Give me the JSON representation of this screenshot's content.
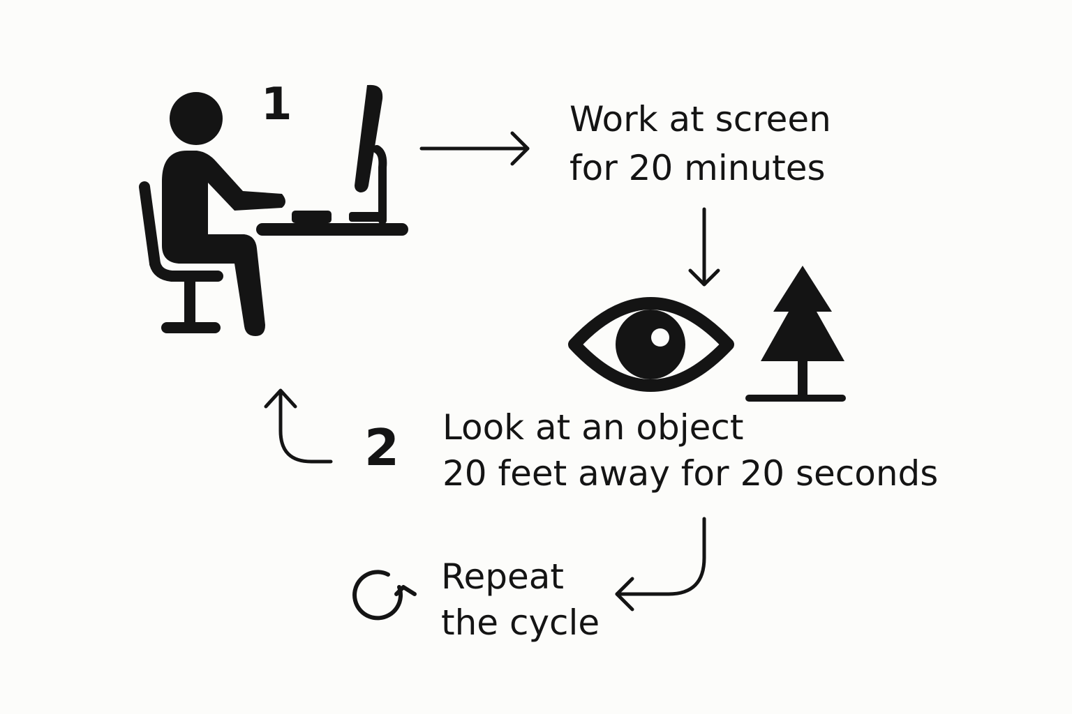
{
  "steps": {
    "step1": {
      "number": "1",
      "line1": "Work at screen",
      "line2": "for 20 minutes"
    },
    "step2": {
      "number": "2",
      "line1": "Look at an object",
      "line2": "20 feet away for 20 seconds"
    },
    "step3": {
      "line1": "Repeat",
      "line2": "the cycle"
    }
  },
  "icons": [
    "person-at-computer-icon",
    "eye-icon",
    "tree-icon",
    "repeat-cycle-icon"
  ],
  "colors": {
    "ink": "#141414",
    "background": "#fcfcfa"
  }
}
